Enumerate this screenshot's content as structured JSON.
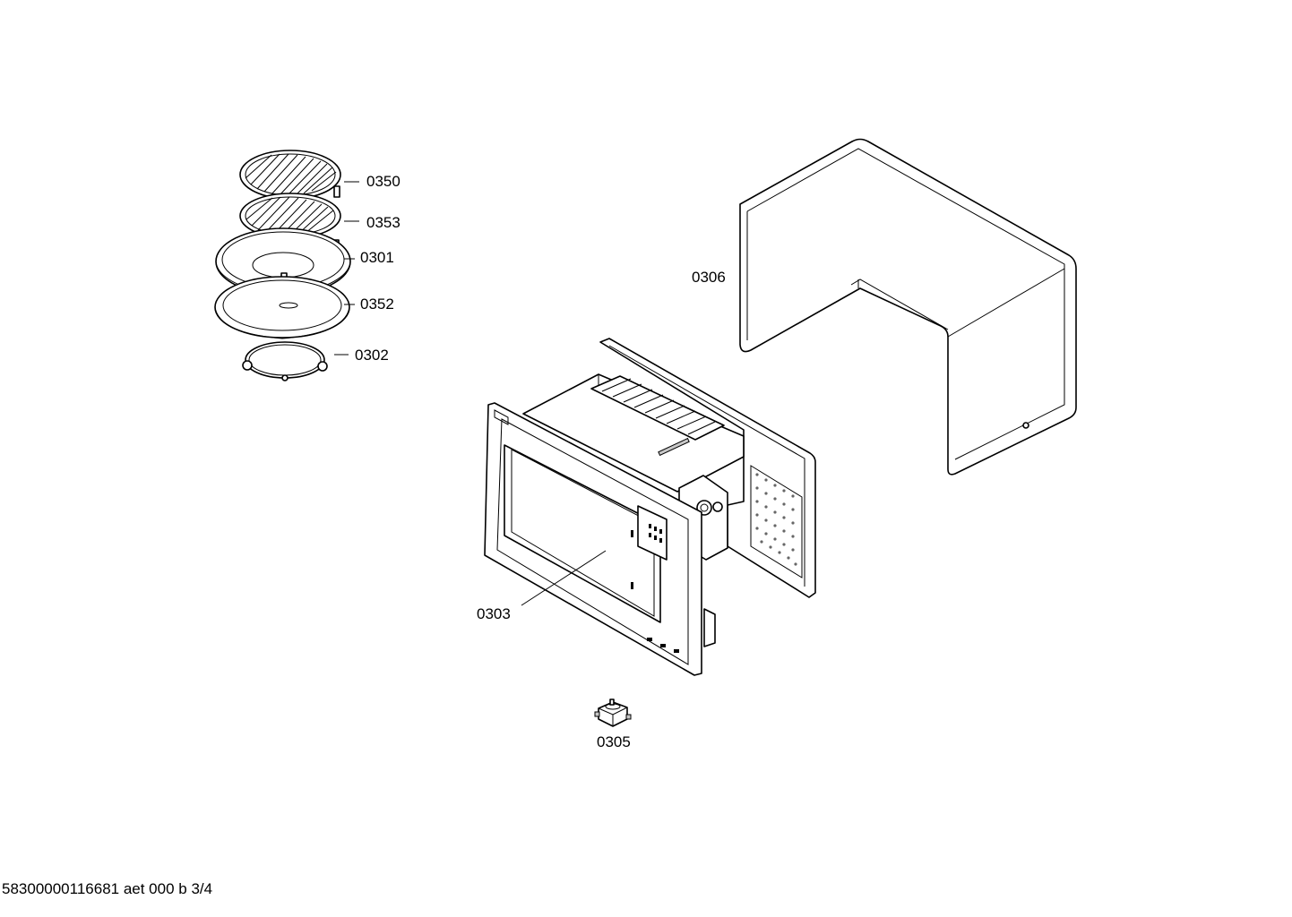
{
  "parts": {
    "p0350": "0350",
    "p0353": "0353",
    "p0301": "0301",
    "p0352": "0352",
    "p0302": "0302",
    "p0306": "0306",
    "p0303": "0303",
    "p0305": "0305"
  },
  "footer": "58300000116681 aet 000 b 3/4"
}
